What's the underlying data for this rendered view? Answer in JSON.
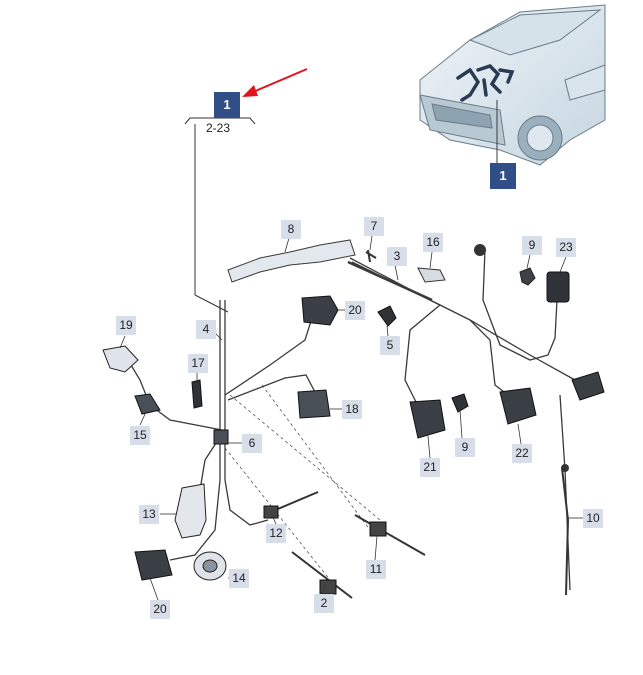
{
  "main_badge": {
    "label": "1",
    "ref": "2-23"
  },
  "car_badge": {
    "label": "1"
  },
  "parts": [
    {
      "id": "lbl-8",
      "label": "8"
    },
    {
      "id": "lbl-7",
      "label": "7"
    },
    {
      "id": "lbl-3",
      "label": "3"
    },
    {
      "id": "lbl-16",
      "label": "16"
    },
    {
      "id": "lbl-9a",
      "label": "9"
    },
    {
      "id": "lbl-23",
      "label": "23"
    },
    {
      "id": "lbl-20a",
      "label": "20"
    },
    {
      "id": "lbl-19",
      "label": "19"
    },
    {
      "id": "lbl-4",
      "label": "4"
    },
    {
      "id": "lbl-5",
      "label": "5"
    },
    {
      "id": "lbl-17",
      "label": "17"
    },
    {
      "id": "lbl-18",
      "label": "18"
    },
    {
      "id": "lbl-15",
      "label": "15"
    },
    {
      "id": "lbl-6",
      "label": "6"
    },
    {
      "id": "lbl-9b",
      "label": "9"
    },
    {
      "id": "lbl-21",
      "label": "21"
    },
    {
      "id": "lbl-22",
      "label": "22"
    },
    {
      "id": "lbl-13",
      "label": "13"
    },
    {
      "id": "lbl-12",
      "label": "12"
    },
    {
      "id": "lbl-10",
      "label": "10"
    },
    {
      "id": "lbl-11",
      "label": "11"
    },
    {
      "id": "lbl-14",
      "label": "14"
    },
    {
      "id": "lbl-20b",
      "label": "20"
    },
    {
      "id": "lbl-2",
      "label": "2"
    }
  ],
  "colors": {
    "badge": "#2f4f86",
    "label_bg": "#d7dde9",
    "arrow": "#e0141e",
    "line": "#3a3a3a"
  }
}
